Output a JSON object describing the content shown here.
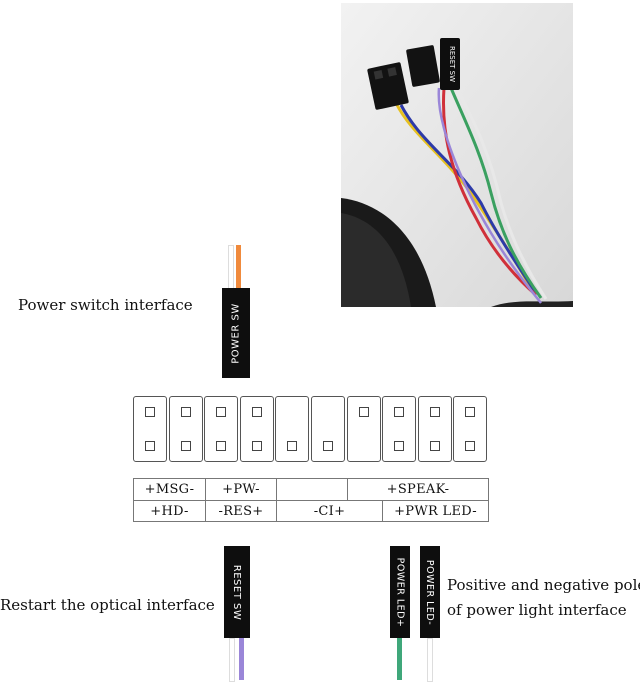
{
  "annotations": {
    "power_switch": "Power switch interface",
    "restart": "Restart the optical interface",
    "power_light_line1": "Positive and negative pole",
    "power_light_line2": "of power light interface"
  },
  "connectors": {
    "power_sw": "POWER SW",
    "reset_sw": "RESET SW",
    "power_led_plus": "POWER LED+",
    "power_led_minus": "POWER LED-",
    "photo_reset_sw": "RESET SW"
  },
  "header_labels": {
    "row1": [
      "+MSG-",
      "+PW-",
      "",
      "+SPEAK-"
    ],
    "row2": [
      "+HD-",
      "-RES+",
      "-CI+",
      "+PWR LED-"
    ]
  },
  "pin_header": {
    "columns": 10,
    "top_row_pins": [
      1,
      1,
      1,
      1,
      0,
      0,
      1,
      1,
      1,
      1
    ],
    "bottom_row_pins": [
      1,
      1,
      1,
      1,
      1,
      1,
      0,
      1,
      1,
      1
    ]
  },
  "colors": {
    "power_sw_wires": [
      "#f08a3c",
      "#ffffff"
    ],
    "reset_sw_wires": [
      "#9a86d8",
      "#ffffff"
    ],
    "power_led_plus_wire": "#3fa77a",
    "power_led_minus_wire": "#ffffff"
  }
}
